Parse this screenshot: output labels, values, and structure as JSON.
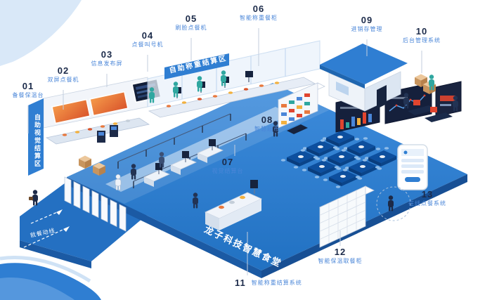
{
  "title": "龙子科技智慧食堂",
  "callouts": [
    {
      "num": "01",
      "label": "备餐保温台"
    },
    {
      "num": "02",
      "label": "双屏点餐机"
    },
    {
      "num": "03",
      "label": "信息发布屏"
    },
    {
      "num": "04",
      "label": "点餐叫号机"
    },
    {
      "num": "05",
      "label": "刷脸点餐机"
    },
    {
      "num": "06",
      "label": "智能称重餐柜"
    },
    {
      "num": "07",
      "label": "视觉结算台"
    },
    {
      "num": "08",
      "label": "智慧超市"
    },
    {
      "num": "09",
      "label": "进销存管理"
    },
    {
      "num": "10",
      "label": "后台管理系统"
    },
    {
      "num": "11",
      "label": "智能称重结算系统"
    },
    {
      "num": "12",
      "label": "智能保温取餐柜"
    },
    {
      "num": "13",
      "label": "在线点餐系统"
    }
  ],
  "areas": {
    "visual_zone": "自助视觉结算区",
    "weighing_zone": "自助称重结算区",
    "floor_banner": "龙子科技智慧食堂",
    "flow_label": "就餐动线"
  },
  "colors": {
    "floor": "#2b7cd0",
    "accent_blue": "#2f7ed2",
    "navy": "#1c2b4a",
    "label_blue": "#4a86d8",
    "orange": "#e8793e",
    "red": "#e0452f",
    "teal": "#2fa7a0",
    "light_blue": "#d9e8f8"
  }
}
